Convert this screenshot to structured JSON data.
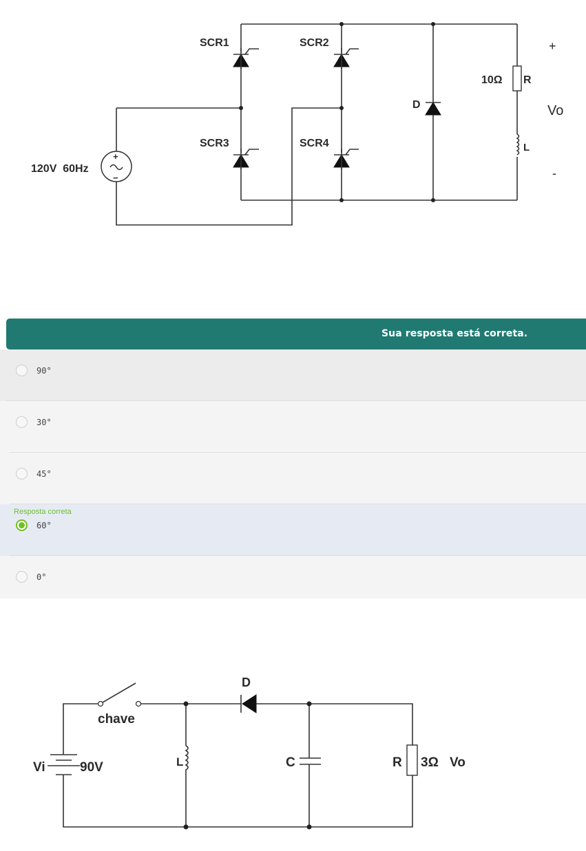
{
  "circuit1": {
    "source_label": "120V  60Hz",
    "source_plus": "+",
    "source_minus": "−",
    "source_symbol": "~",
    "scr_labels": [
      "SCR1",
      "SCR2",
      "SCR3",
      "SCR4"
    ],
    "diode_label": "D",
    "resistor_value": "10Ω",
    "resistor_label": "R",
    "inductor_label": "L",
    "output_label": "Vo",
    "output_plus": "+",
    "output_minus": "-"
  },
  "feedback": {
    "message": "Sua resposta está correta.",
    "color": "#207a72"
  },
  "answers": [
    {
      "label": "90°",
      "selected": false,
      "correct_tag": ""
    },
    {
      "label": "30°",
      "selected": false,
      "correct_tag": ""
    },
    {
      "label": "45°",
      "selected": false,
      "correct_tag": ""
    },
    {
      "label": "60°",
      "selected": true,
      "correct_tag": "Resposta correta"
    },
    {
      "label": "0°",
      "selected": false,
      "correct_tag": ""
    }
  ],
  "circuit2": {
    "source_name": "Vi",
    "source_value": "90V",
    "switch_label": "chave",
    "inductor_label": "L",
    "diode_label": "D",
    "capacitor_label": "C",
    "resistor_label": "R",
    "resistor_value": "3Ω",
    "output_label": "Vo"
  }
}
